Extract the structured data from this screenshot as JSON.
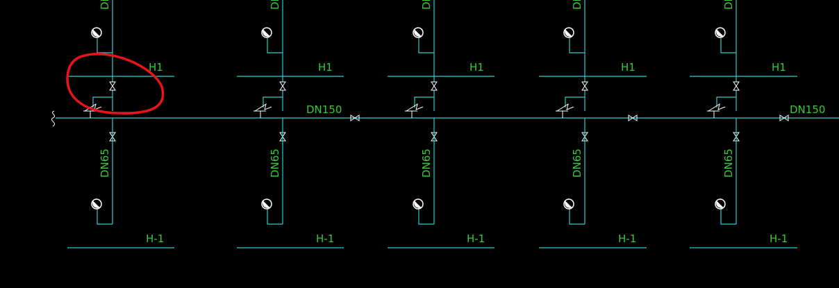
{
  "colors": {
    "background": "#000000",
    "pipe": "#33cccc",
    "text": "#33cc33",
    "symbol": "#ffffff",
    "highlight": "#e8141a"
  },
  "labels": {
    "main_pipe_1": "DN150",
    "main_pipe_2": "DN150",
    "upper_riser": "DN",
    "lower_riser": "DN65",
    "floor_upper": "H1",
    "floor_lower": "H-1"
  },
  "units": [
    {
      "id": "u1"
    },
    {
      "id": "u2"
    },
    {
      "id": "u3"
    },
    {
      "id": "u4"
    },
    {
      "id": "u5"
    }
  ],
  "icons": {
    "valve": "gate-valve-icon",
    "hydrant": "fire-hydrant-icon",
    "flex": "flexible-connector-icon",
    "break": "pipe-break-icon"
  },
  "annotation": {
    "highlight": "red-circle-markup"
  }
}
